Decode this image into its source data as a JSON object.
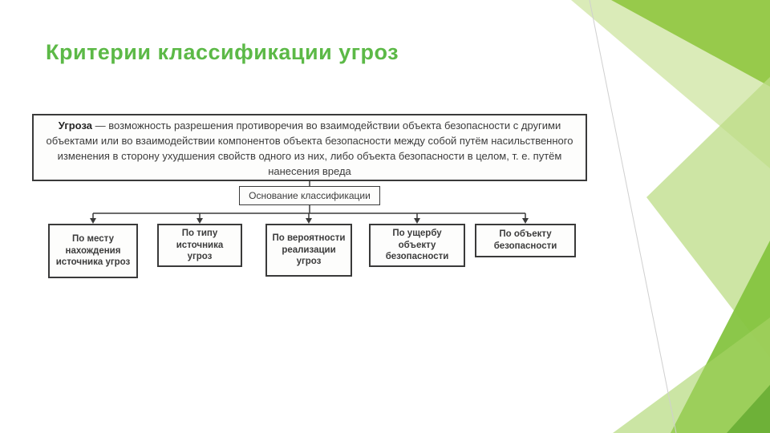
{
  "slide": {
    "title": "Критерии классификации угроз"
  },
  "diagram": {
    "definition": {
      "term": "Угроза",
      "text": "— возможность разрешения противоречия во взаимодействии объекта безопасности с другими объектами или во взаимодействии компонентов объекта безопасности между собой путём насильственного изменения в сторону ухудшения свойств одного из них, либо объекта безопасности в целом, т. е. путём нанесения вреда"
    },
    "root": {
      "label": "Основание классификации"
    },
    "branches": [
      {
        "label": "По месту нахождения источника угроз"
      },
      {
        "label": "По типу источника угроз"
      },
      {
        "label": "По вероятности реализации угроз"
      },
      {
        "label": "По ущербу объекту безопасности"
      },
      {
        "label": "По объекту безопасности"
      }
    ]
  },
  "colors": {
    "title_green": "#5cb947",
    "deco_light_green": "#d3e7ab",
    "deco_medium_green": "#8fc63f",
    "deco_dark_green": "#66ac33",
    "diagram_line": "#3a3a3a"
  }
}
